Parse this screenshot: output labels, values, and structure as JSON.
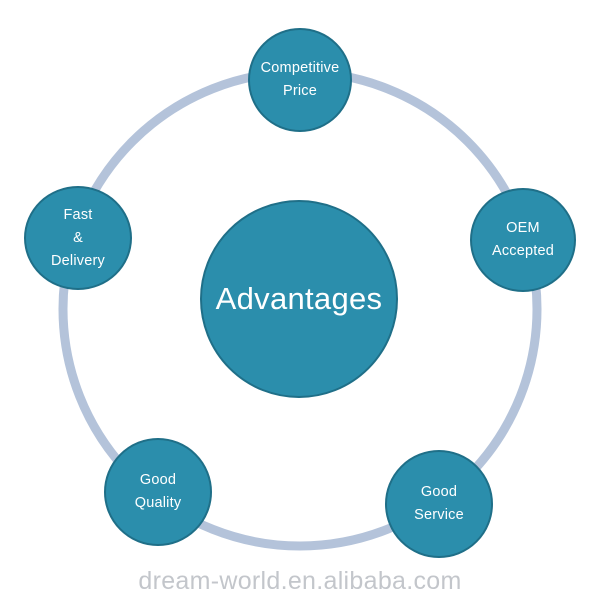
{
  "diagram": {
    "center_label": "Advantages",
    "nodes": [
      {
        "lines": [
          "Competitive",
          "Price"
        ]
      },
      {
        "lines": [
          "OEM",
          "Accepted"
        ]
      },
      {
        "lines": [
          "Good",
          "Service"
        ]
      },
      {
        "lines": [
          "Good",
          "Quality"
        ]
      },
      {
        "lines": [
          "Fast",
          "&",
          "Delivery"
        ]
      }
    ]
  },
  "watermark": "dream-world.en.alibaba.com",
  "colors": {
    "node_fill": "#2b8eac",
    "node_border": "#1f6f88",
    "ring": "#b4c3da",
    "text": "#ffffff",
    "watermark": "#c3c6cb"
  }
}
